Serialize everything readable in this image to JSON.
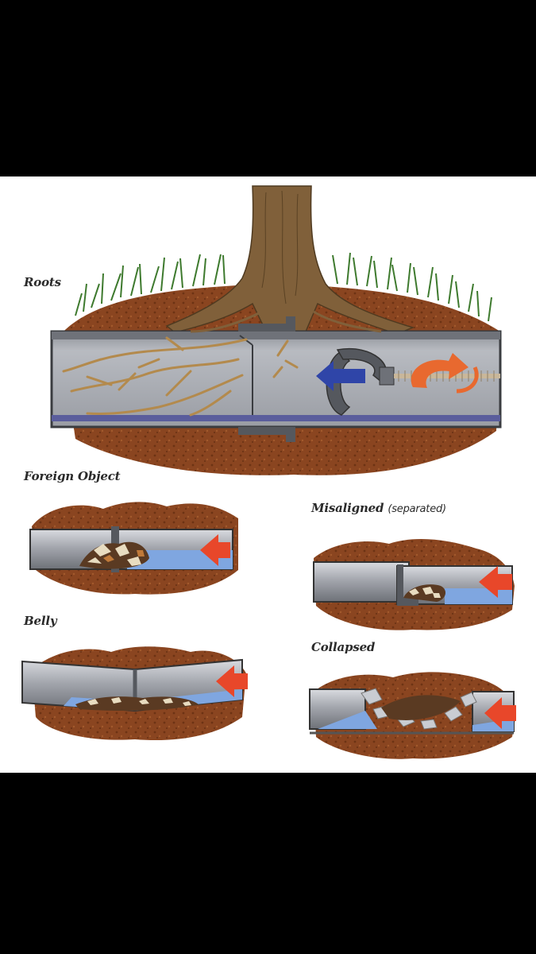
{
  "diagram": {
    "labels": {
      "roots": "Roots",
      "foreign_object": "Foreign Object",
      "misaligned": "Misaligned",
      "misaligned_note": "(separated)",
      "belly": "Belly",
      "collapsed": "Collapsed"
    },
    "colors": {
      "background_frame": "#000000",
      "panel": "#ffffff",
      "soil": "#8a4520",
      "pipe": "#a9acb3",
      "water": "#7fa6e0",
      "root": "#b38a4d",
      "grass": "#3e7a2e",
      "arrow_flow": "#e8472a",
      "arrow_cutter": "#2f45a8"
    }
  }
}
